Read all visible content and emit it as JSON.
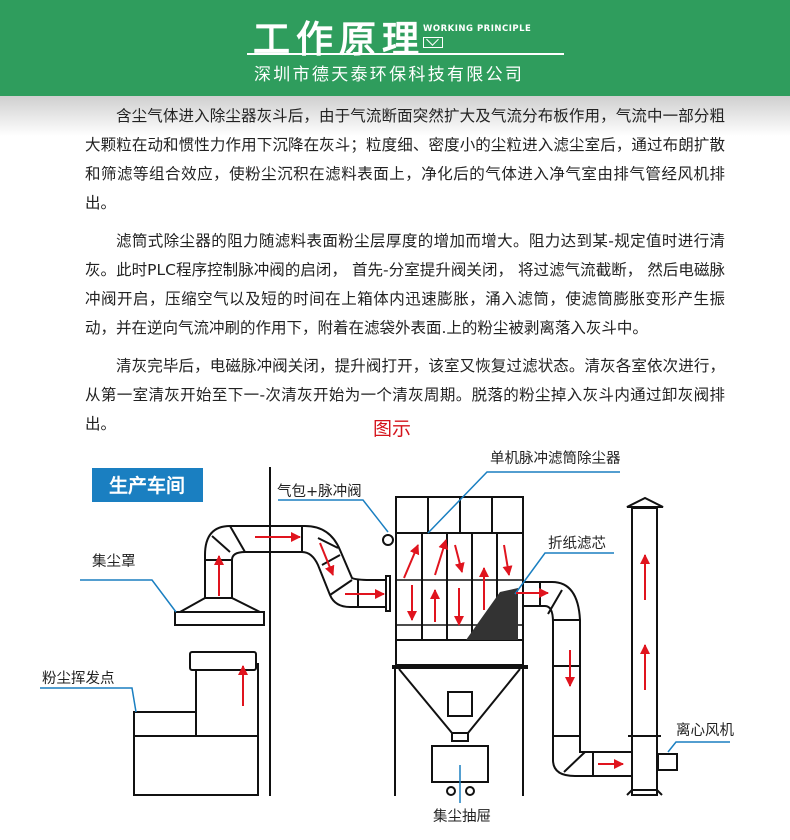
{
  "header": {
    "title": "工作原理",
    "subtitle_en": "WORKING PRINCIPLE",
    "company": "深圳市德天泰环保科技有限公司",
    "color": "#2f9d5d"
  },
  "paragraphs": [
    "含尘气体进入除尘器灰斗后，由于气流断面突然扩大及气流分布板作用，气流中一部分粗大颗粒在动和惯性力作用下沉降在灰斗；粒度细、密度小的尘粒进入滤尘室后，通过布朗扩散和筛滤等组合效应，使粉尘沉积在滤料表面上，净化后的气体进入净气室由排气管经风机排出。",
    "滤筒式除尘器的阻力随滤料表面粉尘层厚度的增加而增大。阻力达到某-规定值时进行清灰。此时PLC程序控制脉冲阀的启闭， 首先-分室提升阀关闭， 将过滤气流截断， 然后电磁脉冲阀开启，压缩空气以及短的时间在上箱体内迅速膨胀，涌入滤筒，使滤筒膨胀变形产生振动，并在逆向气流冲刷的作用下，附着在滤袋外表面.上的粉尘被剥离落入灰斗中。",
    "清灰完毕后，电磁脉冲阀关闭，提升阀打开，该室又恢复过滤状态。清灰各室依次进行，从第一室清灰开始至下一-次清灰开始为一个清灰周期。脱落的粉尘掉入灰斗内通过卸灰阀排出。"
  ],
  "figure": {
    "caption": "图示",
    "workshop": "生产车间",
    "labels": {
      "valve": "气包+脉冲阀",
      "collector": "单机脉冲滤筒除尘器",
      "hood": "集尘罩",
      "filter": "折纸滤芯",
      "source": "粉尘挥发点",
      "fan": "离心风机",
      "drawer": "集尘抽屉"
    },
    "colors": {
      "accent": "#1a7fc1",
      "arrow": "#e0141e",
      "caption": "#d4131b"
    }
  }
}
